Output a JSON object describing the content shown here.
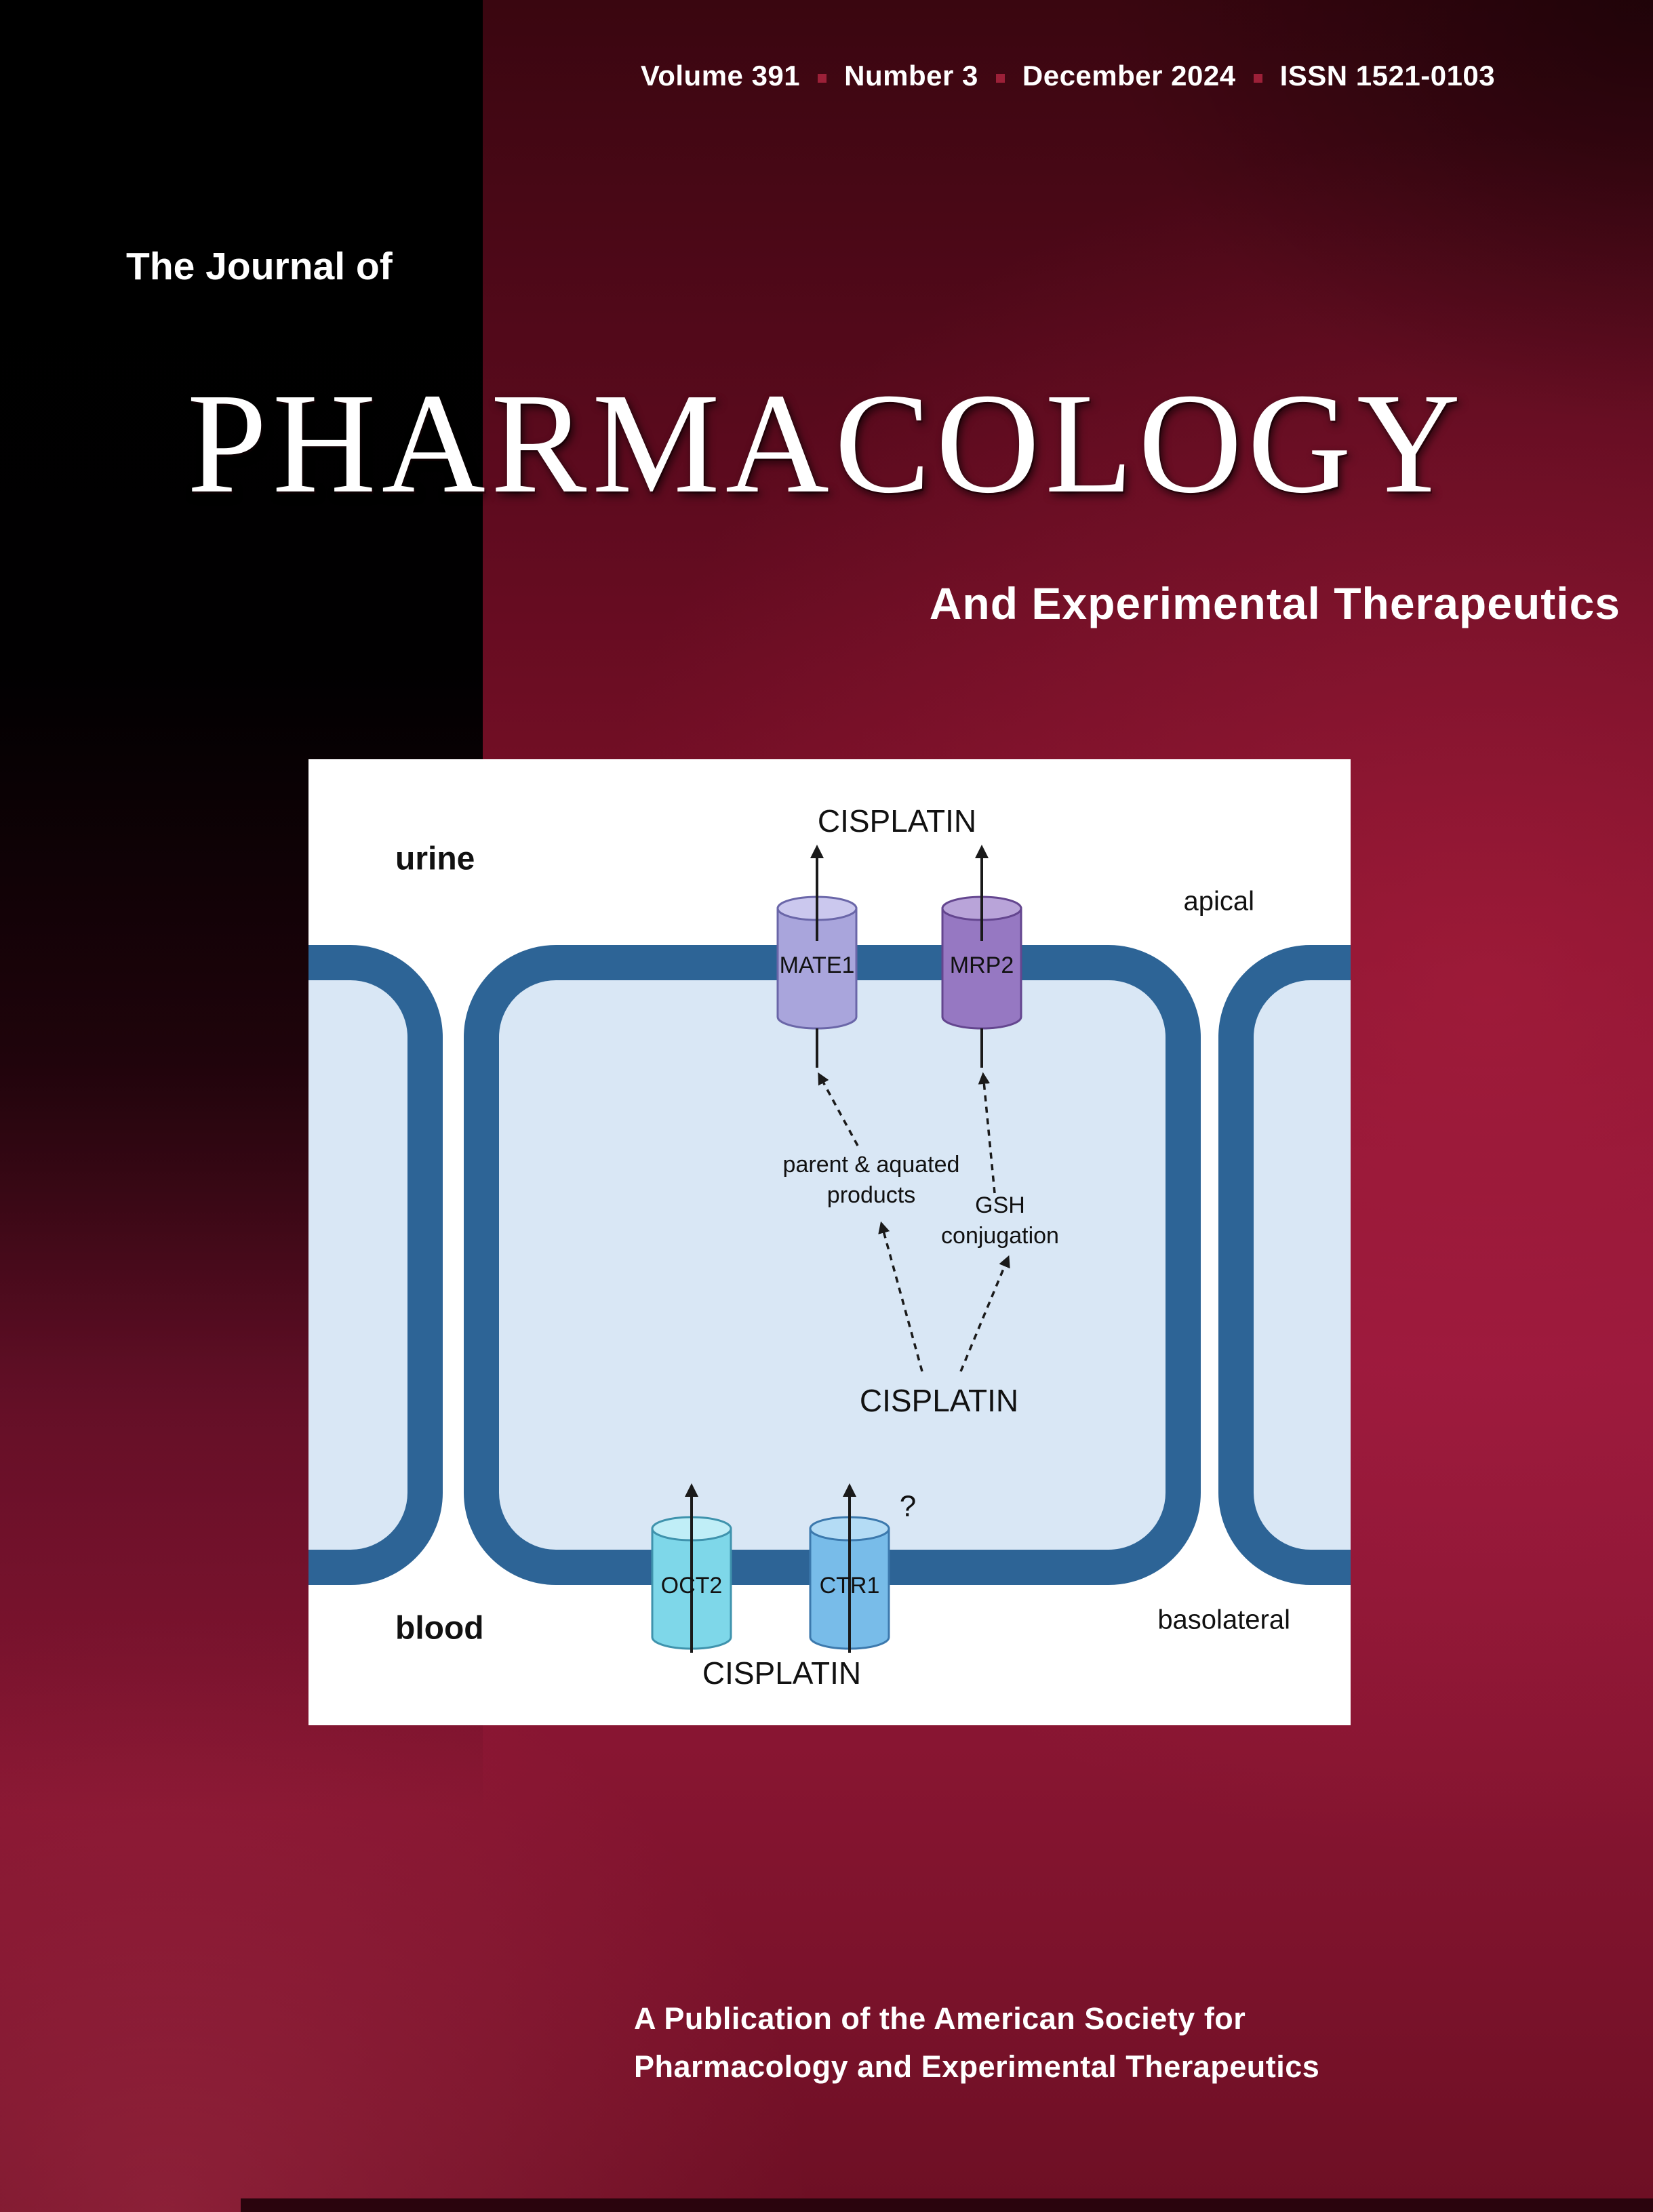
{
  "palette": {
    "background_red": "#8a1230",
    "band_black": "#000000",
    "text_white": "#ffffff",
    "separator_red": "#9c2038",
    "membrane_blue": "#2d6496",
    "cytoplasm_blue": "#d9e7f5",
    "panel_white": "#ffffff",
    "arrow_black": "#1a1a1a"
  },
  "masthead": {
    "info_items": [
      "Volume 391",
      "Number 3",
      "December 2024",
      "ISSN 1521-0103"
    ],
    "journal_prefix": "The Journal of",
    "journal_title": "PHARMACOLOGY",
    "journal_subtitle": "And Experimental Therapeutics"
  },
  "footer": {
    "line1": "A Publication of the American Society for",
    "line2": "Pharmacology and Experimental Therapeutics"
  },
  "figure": {
    "compartments": {
      "top": "urine",
      "bottom": "blood"
    },
    "membranes": {
      "apical": "apical",
      "basolateral": "basolateral"
    },
    "labels": {
      "cisplatin_top": "CISPLATIN",
      "cisplatin_cell": "CISPLATIN",
      "cisplatin_blood": "CISPLATIN",
      "parent_line1": "parent & aquated",
      "parent_line2": "products",
      "gsh_line1": "GSH",
      "gsh_line2": "conjugation",
      "question_mark": "?"
    },
    "transporters": [
      {
        "name": "MATE1",
        "membrane": "apical",
        "body_color": "#a9a5dc",
        "top_color": "#cbc8ee",
        "stroke_color": "#6a66a8"
      },
      {
        "name": "MRP2",
        "membrane": "apical",
        "body_color": "#9678c2",
        "top_color": "#b9a4d9",
        "stroke_color": "#64468f"
      },
      {
        "name": "OCT2",
        "membrane": "basolateral",
        "body_color": "#7ed7e9",
        "top_color": "#c0eef7",
        "stroke_color": "#3f93ad"
      },
      {
        "name": "CTR1",
        "membrane": "basolateral",
        "body_color": "#78bce9",
        "top_color": "#b4dcf5",
        "stroke_color": "#3c79ad"
      }
    ]
  }
}
